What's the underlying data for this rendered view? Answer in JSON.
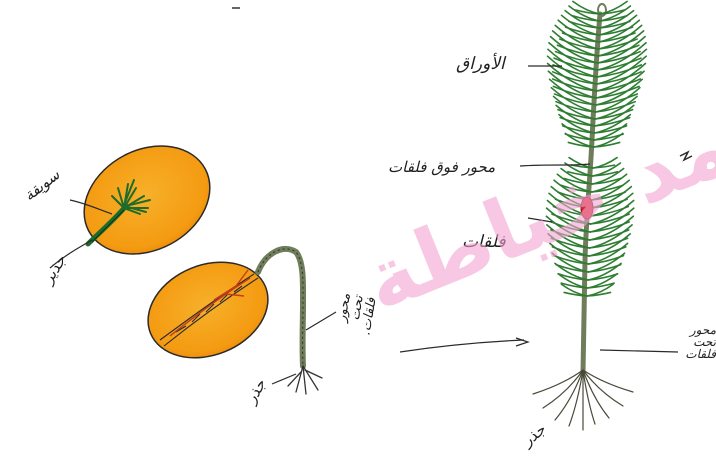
{
  "labels": {
    "plumule": "سويقة",
    "radicle_seed": "جذير",
    "hypocotyl_seedling": "محور تحت فلقات.",
    "root_seedling": "جذر",
    "leaves": "الأوراق",
    "epicotyl": "محور فوق فلقات",
    "cotyledons": "فلقات",
    "hypocotyl_plant": "محور تحت فلقات",
    "root_plant": "جذر"
  },
  "watermark": "محمد خياطة",
  "colors": {
    "seed_fill": "#f5a31a",
    "seed_outline": "#2a2a2a",
    "embryo": "#1e6b2c",
    "needle": "#2e7d32",
    "stem": "#6f7d5a",
    "bud": "#d42a2a",
    "watermark": "#f4a3d2"
  }
}
